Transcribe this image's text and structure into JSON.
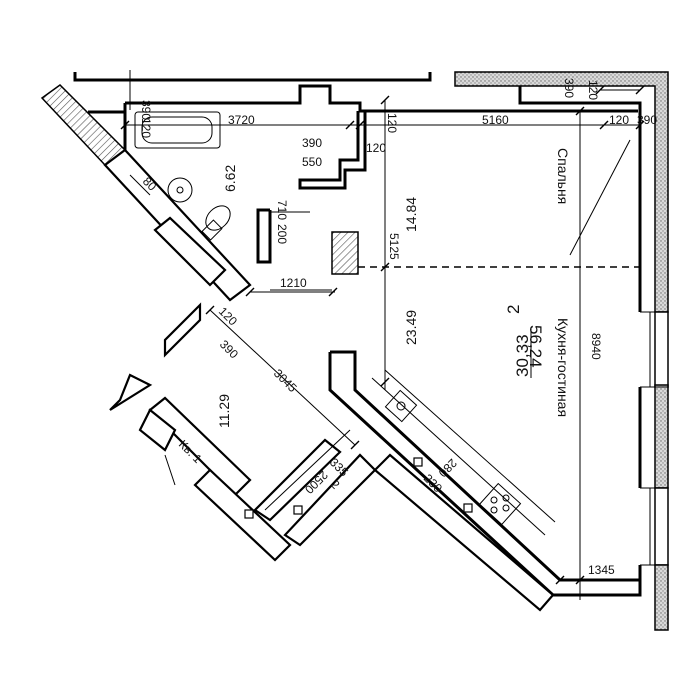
{
  "plan": {
    "rooms": {
      "bedroom_name": "Спальня",
      "living_name": "Кухня-гостиная",
      "bath_area": "6.62",
      "bedroom_area": "14.84",
      "living_area": "23.49",
      "hall_area": "11.29"
    },
    "unit": {
      "rooms_count": "2",
      "living_total": "30,33",
      "total_area": "56,24",
      "apartment_label": "Кв. 1"
    },
    "dims": {
      "d390_top_left": "390",
      "d120_left": "120",
      "d3720": "3720",
      "d390_mid": "390",
      "d550": "550",
      "d120_mid_v": "120",
      "d120_mid_h": "120",
      "d5160": "5160",
      "d120_right": "120",
      "d390_right": "390",
      "d390_top_right": "390",
      "d120_top_right": "120",
      "d710": "710",
      "d200": "200",
      "d80": "80",
      "d5125": "5125",
      "d1210": "1210",
      "d120_hall": "120",
      "d390_hall": "390",
      "d3045": "3045",
      "d8940": "8940",
      "d2500": "2500",
      "d335": "335",
      "d2x": "2",
      "d280": "280",
      "d230": "230",
      "d1345": "1345"
    }
  }
}
